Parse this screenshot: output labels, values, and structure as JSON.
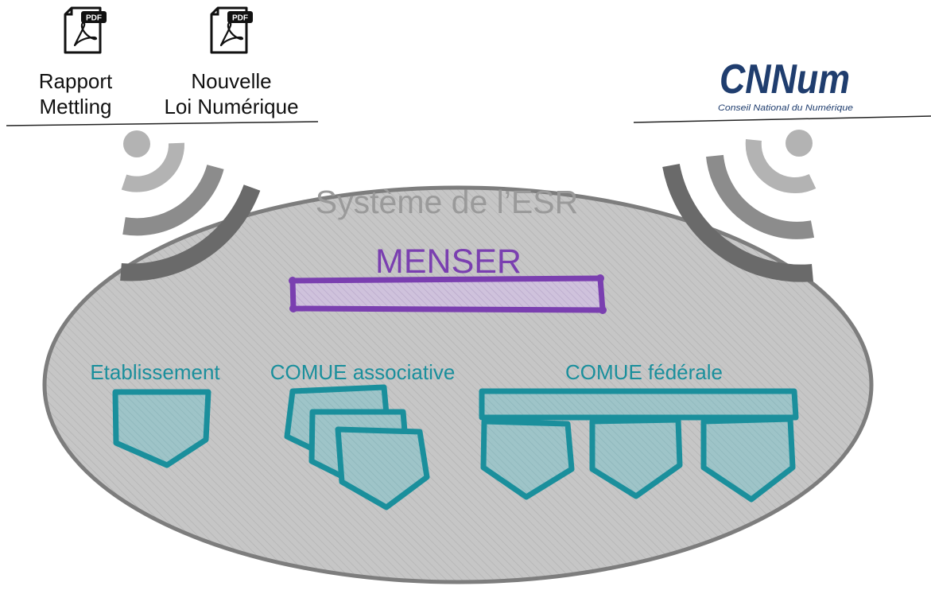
{
  "documents": [
    {
      "icon": "pdf-file-icon",
      "badge": "PDF",
      "line1": "Rapport",
      "line2": "Mettling"
    },
    {
      "icon": "pdf-file-icon",
      "badge": "PDF",
      "line1": "Nouvelle",
      "line2": "Loi Numérique"
    }
  ],
  "logo": {
    "mark": "CNNum",
    "subtitle": "Conseil National du Numérique"
  },
  "system": {
    "title": "Système de l’ESR"
  },
  "menser": {
    "label": "MENSER"
  },
  "structures": {
    "etablissement": "Etablissement",
    "comue_associative": "COMUE associative",
    "comue_federale": "COMUE fédérale"
  },
  "colors": {
    "teal": "#1a8f9c",
    "purple": "#7a3fb0",
    "ellipse_fill": "#c4c4c4",
    "ellipse_stroke": "#7d7d7d",
    "signal_light": "#b3b3b3",
    "signal_mid": "#8c8c8c",
    "signal_dark": "#6a6a6a",
    "title_gray": "#9a9a9a"
  }
}
